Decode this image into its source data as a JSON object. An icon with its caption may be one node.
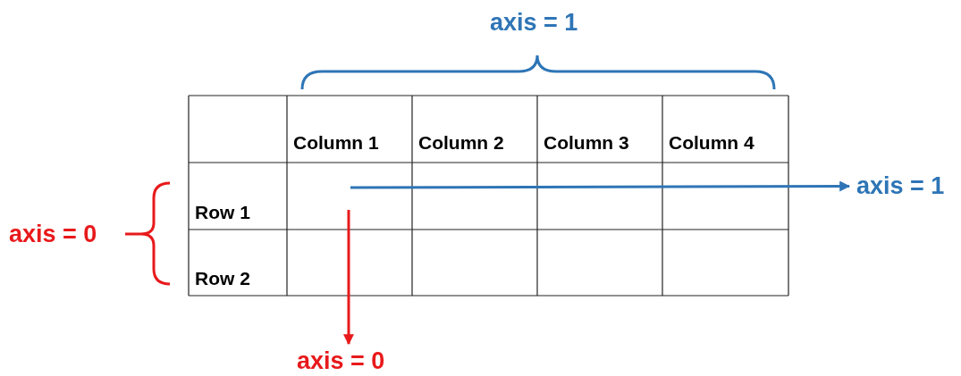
{
  "diagram": {
    "nodes": [
      {
        "text": [
          "axis = 1"
        ]
      },
      {
        "text": [
          "axis = 0"
        ]
      }
    ],
    "edges": [
      {
        "from": null,
        "to": 0,
        "arrow": "to",
        "color": "#2e75b6"
      },
      {
        "from": null,
        "to": 1,
        "arrow": "to",
        "color": "#e8191b"
      }
    ],
    "labels": [
      "axis = 1",
      "axis = 0",
      "Column 1",
      "Column 2",
      "Column 3",
      "Column 4",
      "Row 1",
      "Row 2"
    ]
  }
}
